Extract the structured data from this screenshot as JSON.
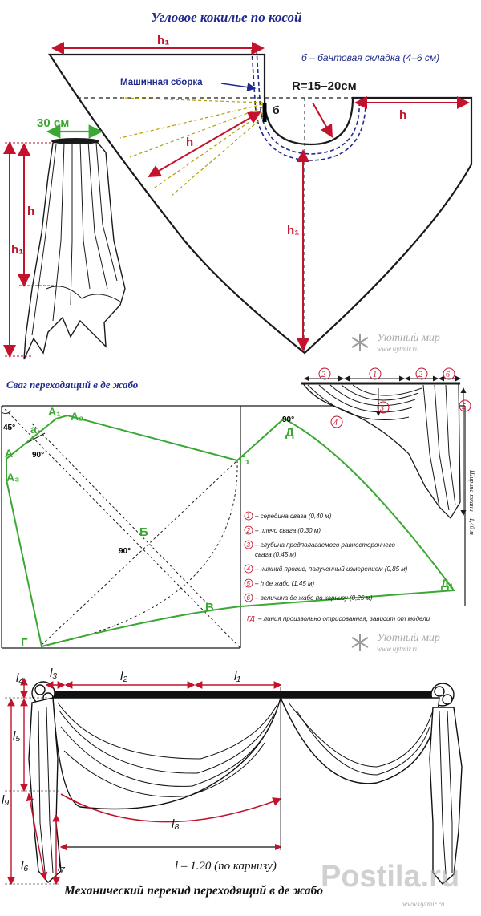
{
  "section1": {
    "title": "Угловое кокилье по косой",
    "h1_top": "h₁",
    "h1_side": "h₁",
    "h1_left": "h₁",
    "h_diag": "h",
    "h_right": "h",
    "h_left": "h",
    "radius": "R=15–20см",
    "b_label": "б",
    "b_note": "б – бантовая складка (4–6 см)",
    "gather": "Машинная сборка",
    "width30": "30 см"
  },
  "section2": {
    "title": "Сваг переходящий в де жабо",
    "labels": {
      "A": "А",
      "A1": "А₁",
      "A2": "А₂",
      "A3": "А₃",
      "a": "а",
      "B": "Б",
      "V": "В",
      "G": "Г",
      "G1": "Г₁",
      "D": "Д",
      "D1": "Д₁",
      "deg45": "45°",
      "deg90a": "90°",
      "deg90b": "90°",
      "deg90c": "90°"
    },
    "legend": [
      {
        "num": "1",
        "text": "– середина свага (0,40 м)"
      },
      {
        "num": "2",
        "text": "– плечо свага (0,30 м)"
      },
      {
        "num": "3",
        "text": "– глубина предполагаемого равностороннего"
      },
      {
        "num": "",
        "text": "свага (0,45 м)"
      },
      {
        "num": "4",
        "text": "– нижний провис, полученный измерением (0,85 м)"
      },
      {
        "num": "5",
        "text": "– h де жабо (1,45 м)"
      },
      {
        "num": "6",
        "text": "– величина де жабо по карнизу (0,25 м)"
      }
    ],
    "gd_key": "ГД",
    "gd_text": "– линия произвольно отрисованная, зависит от модели",
    "width_note": "Ширина ткани – 1,40 м",
    "callouts": [
      "2",
      "1",
      "2",
      "6",
      "3",
      "4",
      "5"
    ]
  },
  "section3": {
    "title": "Механический перекид переходящий в де жабо",
    "l1": "l₁",
    "l2": "l₂",
    "l3": "l₃",
    "l4": "l₄",
    "l5": "l₅",
    "l6": "l₆",
    "l7": "l₇",
    "l8": "l₈",
    "l9": "l₉",
    "formula": "l – 1.20 (по карнизу)"
  },
  "watermark": {
    "name": "Уютный мир",
    "site": "www.uytmir.ru",
    "brand": "Postila.ru"
  },
  "colors": {
    "ink": "#1a1a1a",
    "red": "#c4122c",
    "green": "#3aa832",
    "blue": "#1f2a8c",
    "olive": "#b5a000"
  }
}
